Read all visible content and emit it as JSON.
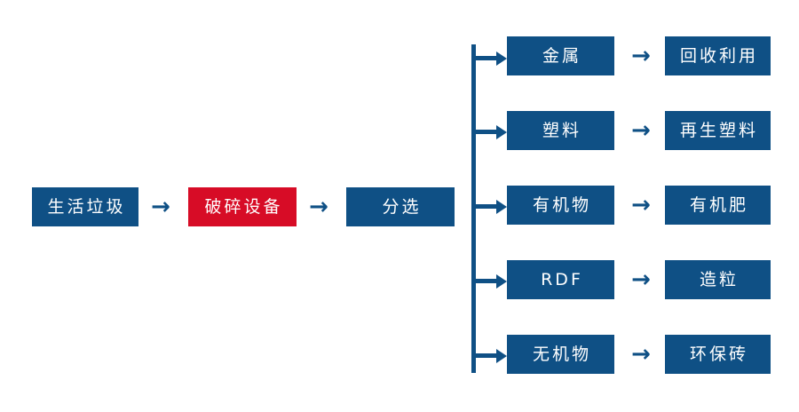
{
  "diagram": {
    "type": "process-flow",
    "title": "",
    "colors": {
      "box_blue": "#0F5085",
      "box_red": "#D70C26",
      "arrow": "#0F5085",
      "text": "#FFFFFF",
      "background": "#FFFFFF"
    },
    "main_flow": {
      "steps": [
        {
          "label": "生活垃圾",
          "color": "blue"
        },
        {
          "label": "破碎设备",
          "color": "red"
        },
        {
          "label": "分选",
          "color": "blue"
        }
      ],
      "connector_icon": "arrow-right-icon",
      "connectors": [
        "→",
        "→"
      ]
    },
    "branches": {
      "source_step": "分选",
      "branch_icon": "branch-arrow-right-icon",
      "connector_icon": "arrow-right-icon",
      "rows": [
        {
          "material": "金属",
          "product": "回收利用",
          "connector": "→"
        },
        {
          "material": "塑料",
          "product": "再生塑料",
          "connector": "→"
        },
        {
          "material": "有机物",
          "product": "有机肥",
          "connector": "→"
        },
        {
          "material": "RDF",
          "product": "造粒",
          "connector": "→"
        },
        {
          "material": "无机物",
          "product": "环保砖",
          "connector": "→"
        }
      ]
    }
  }
}
